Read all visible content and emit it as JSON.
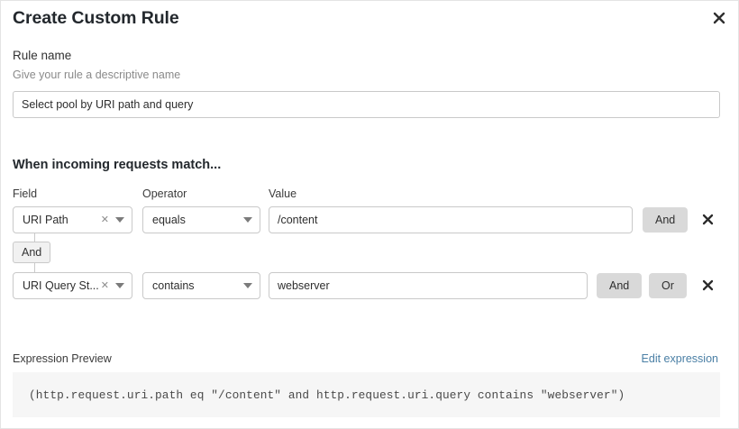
{
  "dialog": {
    "title": "Create Custom Rule",
    "close_icon": "close-icon"
  },
  "rule_name": {
    "label": "Rule name",
    "help": "Give your rule a descriptive name",
    "value": "Select pool by URI path and query",
    "placeholder": "Enter rule name"
  },
  "match": {
    "heading": "When incoming requests match...",
    "columns": {
      "field": "Field",
      "operator": "Operator",
      "value": "Value"
    },
    "connector_badge": "And",
    "rows": [
      {
        "field": "URI Path",
        "field_clear_icon": "clear-icon",
        "field_caret_icon": "chevron-down-icon",
        "operator": "equals",
        "operator_caret_icon": "chevron-down-icon",
        "value": "/content",
        "value_placeholder": "Enter value",
        "buttons": [
          "And"
        ],
        "remove_icon": "close-icon"
      },
      {
        "field": "URI Query St...",
        "field_clear_icon": "clear-icon",
        "field_caret_icon": "chevron-down-icon",
        "operator": "contains",
        "operator_caret_icon": "chevron-down-icon",
        "value": "webserver",
        "value_placeholder": "Enter value",
        "buttons": [
          "And",
          "Or"
        ],
        "remove_icon": "close-icon"
      }
    ]
  },
  "expression": {
    "label": "Expression Preview",
    "edit_link": "Edit expression",
    "code": "(http.request.uri.path eq \"/content\" and http.request.uri.query contains \"webserver\")"
  },
  "colors": {
    "link": "#4a7fa5",
    "button_bg": "#d9d9d9",
    "code_bg": "#f6f6f6",
    "border": "#c9c9c9"
  }
}
